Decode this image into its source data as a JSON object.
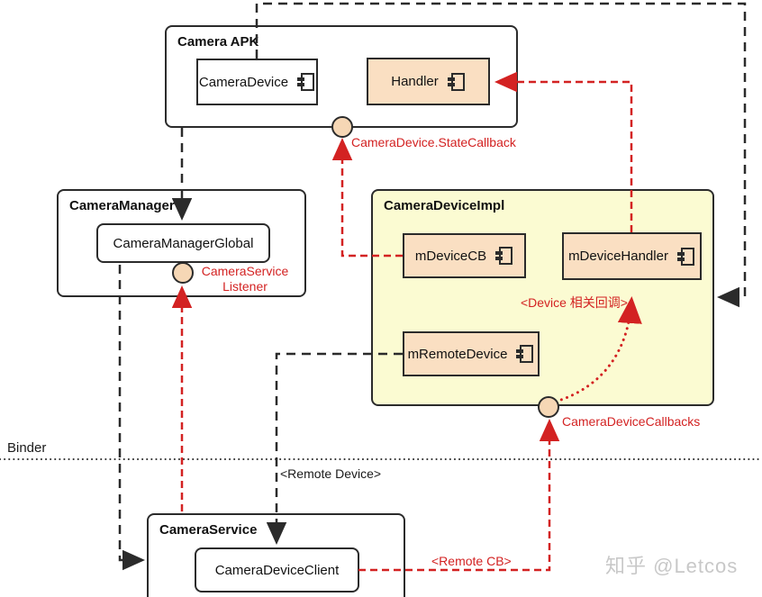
{
  "watermark": "知乎 @Letcos",
  "colors": {
    "component_fill": "#fadfc2",
    "impl_container_fill": "#fbfbd2",
    "accent_red": "#d32222",
    "line_dark": "#2b2b2b",
    "lollipop_fill": "#f6d7b5",
    "watermark_gray": "#c8c8c8"
  },
  "boxes": {
    "camera_apk": {
      "title": "Camera APK",
      "camera_device": "CameraDevice",
      "handler": "Handler"
    },
    "camera_manager": {
      "title": "CameraManager",
      "global": "CameraManagerGlobal"
    },
    "camera_device_impl": {
      "title": "CameraDeviceImpl",
      "m_device_cb": "mDeviceCB",
      "m_device_handler": "mDeviceHandler",
      "m_remote_device": "mRemoteDevice"
    },
    "camera_service": {
      "title": "CameraService",
      "client": "CameraDeviceClient"
    }
  },
  "labels": {
    "state_callback": "CameraDevice.StateCallback",
    "service_listener_line1": "CameraService",
    "service_listener_line2": "Listener",
    "device_callbacks_note": "<Device 相关回调>",
    "camera_device_callbacks": "CameraDeviceCallbacks",
    "binder": "Binder",
    "remote_device": "<Remote Device>",
    "remote_cb": "<Remote CB>"
  }
}
